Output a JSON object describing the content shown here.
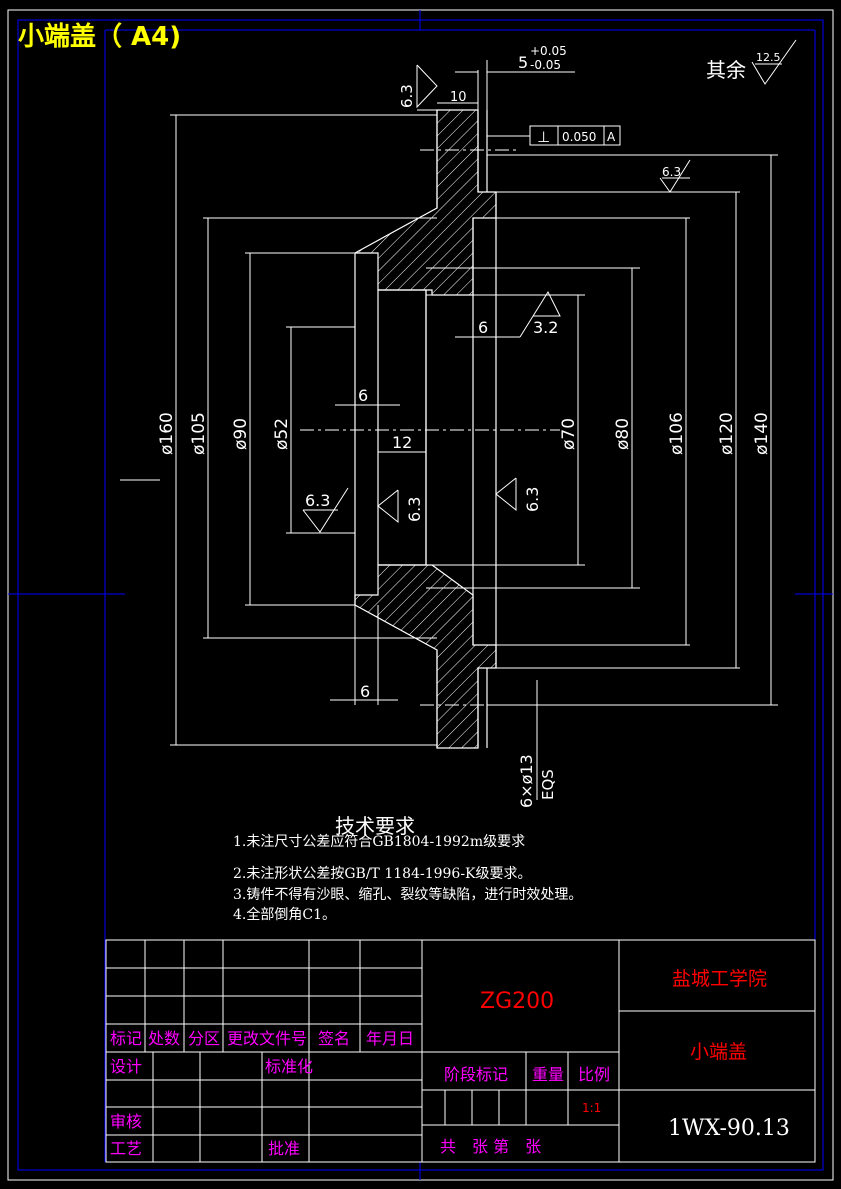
{
  "sheet": {
    "title": "小端盖（ A4)"
  },
  "roughness": {
    "general_prefix": "其余",
    "general_value": "12.5",
    "top_face": "6.3",
    "outer_step": "6.3",
    "bore": "3.2",
    "left_mid": "6.3",
    "center_left": "6.3",
    "center_right": "6.3"
  },
  "dimensions": {
    "thickness": "5",
    "tol_upper": "+0.05",
    "tol_lower": "-0.05",
    "flange": "10",
    "bore_step": "6",
    "left_step": "6",
    "center": "12",
    "bottom_step": "6",
    "d160": "ø160",
    "d105": "ø105",
    "d90": "ø90",
    "d52": "ø52",
    "d70": "ø70",
    "d80": "ø80",
    "d106": "ø106",
    "d120": "ø120",
    "d140": "ø140",
    "holes": "6×ø13",
    "holes_eqs": "EQS"
  },
  "tolerance_frame": {
    "symbol": "⊥",
    "value": "0.050",
    "datum": "A"
  },
  "tech_requirements": {
    "heading": "技术要求",
    "items": [
      "1.未注尺寸公差应符合GB1804-1992m级要求",
      "2.未注形状公差按GB/T 1184-1996-K级要求。",
      "3.铸件不得有沙眼、缩孔、裂纹等缺陷，进行时效处理。",
      "4.全部倒角C1。"
    ]
  },
  "title_block": {
    "rev_headers": [
      "标记",
      "处数",
      "分区",
      "更改文件号",
      "签名",
      "年月日"
    ],
    "design": "设计",
    "standardize": "标准化",
    "review": "审核",
    "process": "工艺",
    "approve": "批准",
    "material": "ZG200",
    "stage_mark": "阶段标记",
    "weight": "重量",
    "scale": "比例",
    "scale_value": "1:1",
    "sheets": "共　张 第　张",
    "school": "盐城工学院",
    "part_name": "小端盖",
    "drawing_no": "1WX-90.13"
  },
  "colors": {
    "background": "#000000",
    "lines": "#ffffff",
    "frame": "#0000ff",
    "title_text": "#ffff00",
    "block_text": "#ff00ff",
    "material_text": "#ff0000"
  }
}
